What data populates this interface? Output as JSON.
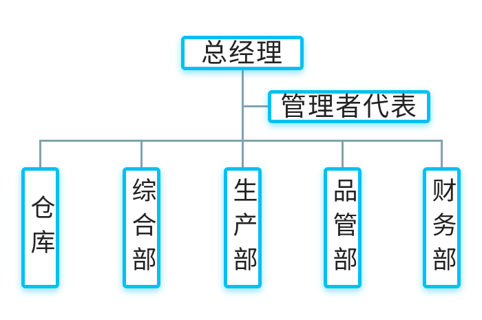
{
  "diagram": {
    "type": "organization-chart",
    "title": "",
    "colors": {
      "node_border": "#00c0f3",
      "node_fill": "#ffffff",
      "connector": "#7fa3b0",
      "text": "#232323",
      "background": "#ffffff"
    },
    "top_node": {
      "label": "总经理",
      "orientation": "horizontal"
    },
    "staff_node": {
      "label": "管理者代表",
      "orientation": "horizontal"
    },
    "departments": [
      {
        "label": "仓库",
        "orientation": "vertical"
      },
      {
        "label": "综合部",
        "orientation": "vertical"
      },
      {
        "label": "生产部",
        "orientation": "vertical"
      },
      {
        "label": "品管部",
        "orientation": "vertical"
      },
      {
        "label": "财务部",
        "orientation": "vertical"
      }
    ]
  }
}
